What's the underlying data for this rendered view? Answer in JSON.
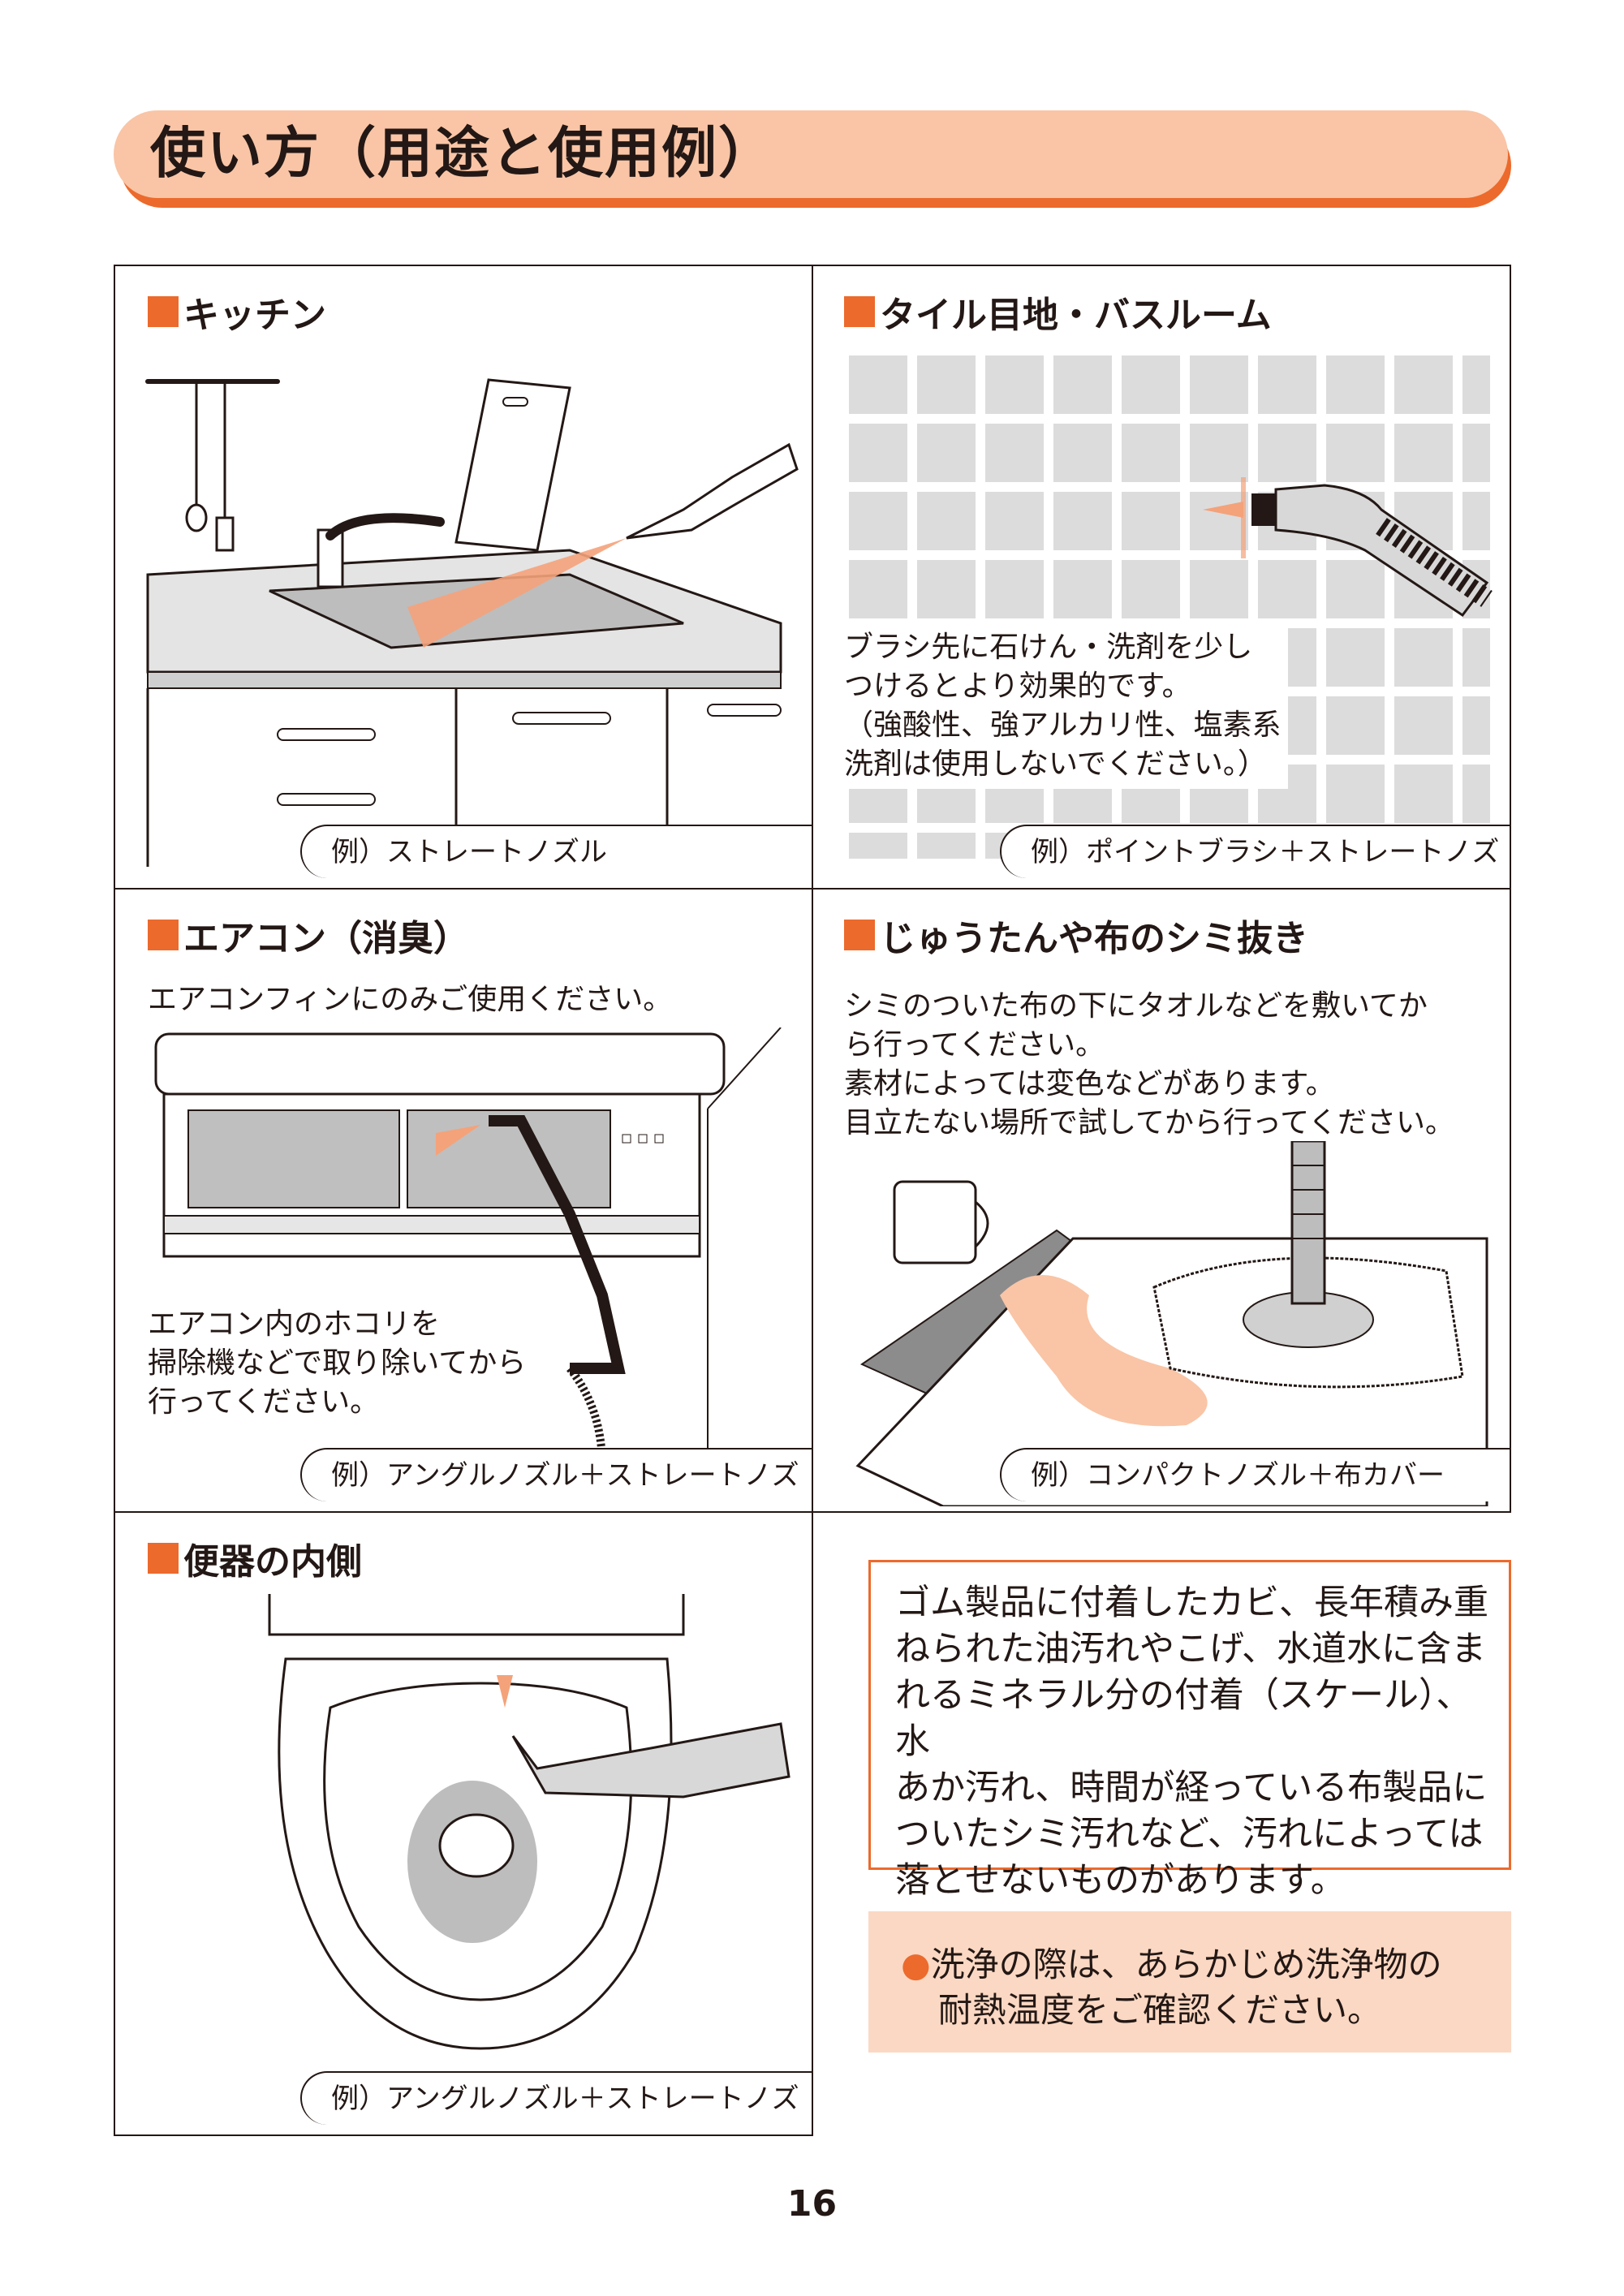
{
  "title": "使い方（用途と使用例）",
  "sections": {
    "kitchen": {
      "heading": "キッチン",
      "caption": "例）ストレートノズル"
    },
    "tile": {
      "heading": "タイル目地・バスルーム",
      "body": [
        "ブラシ先に石けん・洗剤を少し",
        "つけるとより効果的です。",
        "（強酸性、強アルカリ性、塩素系",
        "洗剤は使用しないでください。）"
      ],
      "caption": "例）ポイントブラシ＋ストレートノズル"
    },
    "aircon": {
      "heading": "エアコン（消臭）",
      "note_top": "エアコンフィンにのみご使用ください。",
      "note_bottom": [
        "エアコン内のホコリを",
        "掃除機などで取り除いてから",
        "行ってください。"
      ],
      "caption": "例）アングルノズル＋ストレートノズル"
    },
    "carpet": {
      "heading": "じゅうたんや布のシミ抜き",
      "body": [
        "シミのついた布の下にタオルなどを敷いてか",
        "ら行ってください。",
        "素材によっては変色などがあります。",
        "目立たない場所で試してから行ってください。"
      ],
      "caption": "例）コンパクトノズル＋布カバー"
    },
    "toilet": {
      "heading": "便器の内側",
      "caption": "例）アングルノズル＋ストレートノズル"
    }
  },
  "notice": [
    "ゴム製品に付着したカビ、長年積み重",
    "ねられた油汚れやこげ、水道水に含ま",
    "れるミネラル分の付着（スケール）、水",
    "あか汚れ、時間が経っている布製品に",
    "ついたシミ汚れなど、汚れによっては",
    "落とせないものがあります。"
  ],
  "caution": {
    "bullet": "●",
    "line1": "洗浄の際は、あらかじめ洗浄物の",
    "line2": "耐熱温度をご確認ください。"
  },
  "page_number": "16",
  "colors": {
    "accent": "#ec6a2c",
    "banner": "#f9c5a6",
    "caution_bg": "#fbd8c3"
  }
}
